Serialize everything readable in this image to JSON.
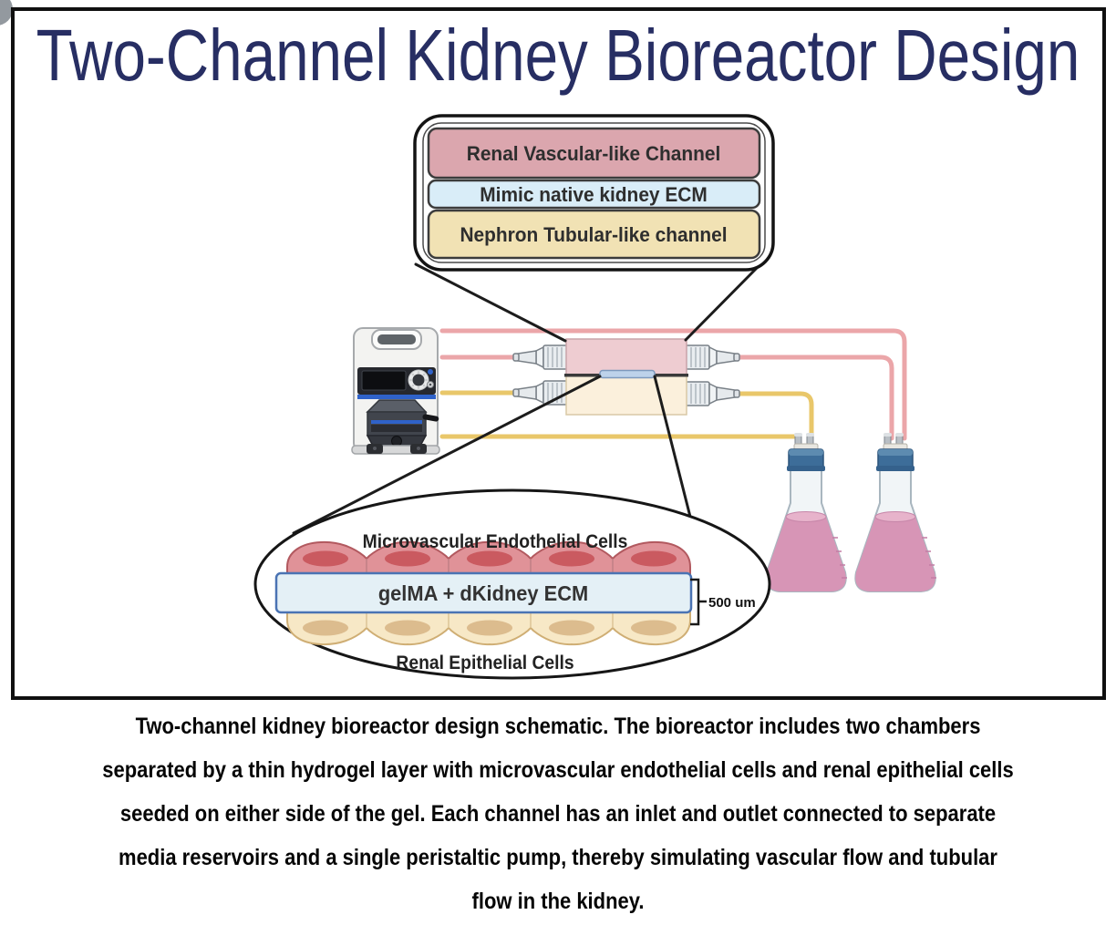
{
  "title": {
    "text": "Two-Channel Kidney Bioreactor Design"
  },
  "legend": {
    "rows": [
      {
        "label": "Renal Vascular-like Channel"
      },
      {
        "label": "Mimic native kidney ECM"
      },
      {
        "label": "Nephron Tubular-like channel"
      }
    ]
  },
  "inset": {
    "top_label": "Microvascular Endothelial Cells",
    "gel_label": "gelMA + dKidney ECM",
    "bottom_label": "Renal Epithelial Cells",
    "scale_label": "500 um"
  },
  "caption": {
    "lines": [
      "Two-channel kidney bioreactor design schematic. The bioreactor includes two chambers",
      "separated by a thin hydrogel layer with microvascular endothelial cells and renal epithelial cells",
      "seeded on either side of the gel. Each channel has an inlet and outlet connected to separate",
      "media reservoirs and a single peristaltic pump, thereby simulating vascular flow and tubular",
      "flow in the kidney."
    ]
  },
  "colors": {
    "title": "#272e63",
    "tube_vascular": "#eba6a9",
    "tube_tubular": "#e9c76a",
    "chamber_top": "#eeccd1",
    "chamber_bottom": "#fbf0dc",
    "hydrogel_strip": "#bdd2ea",
    "legend_vascular": "#dba6ae",
    "legend_ecm": "#d9edf8",
    "legend_tubular": "#f1e2b4",
    "gel_fill": "#e4f0f6",
    "gel_border": "#4a73b3",
    "endothelial_cells": "#e09298",
    "endothelial_nuclei": "#ca5a60",
    "epithelial_cells": "#f7e8c6",
    "epithelial_nuclei": "#dcbc8e",
    "media_liquid": "#d795b6",
    "flask_cap": "#3d6d99",
    "pump_accent": "#2f62c9"
  }
}
